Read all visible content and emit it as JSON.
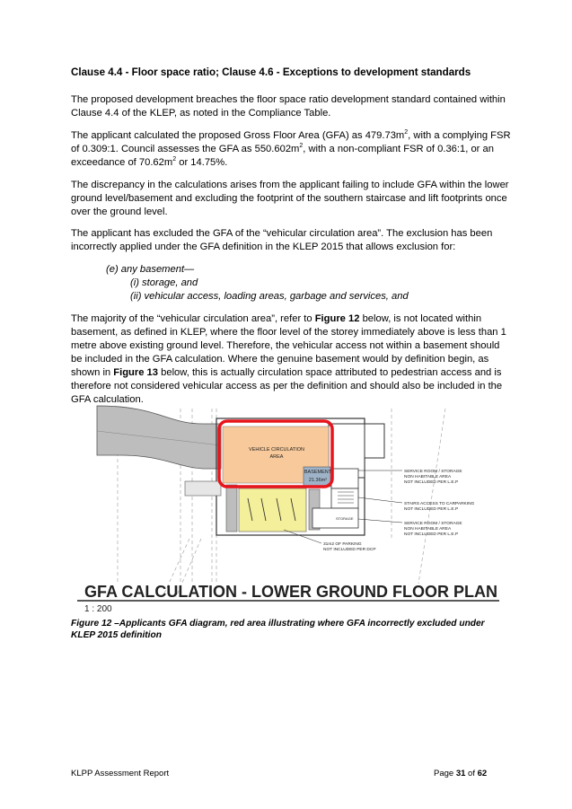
{
  "heading": "Clause 4.4 - Floor space ratio; Clause 4.6 - Exceptions to development standards",
  "p1": "The proposed development breaches the floor space ratio development standard contained within Clause 4.4 of the KLEP, as noted in the Compliance Table.",
  "p2": {
    "a": "The applicant calculated the proposed Gross Floor Area (GFA) as 479.73m",
    "b": ", with a complying FSR of 0.309:1. Council assesses the GFA as 550.602m",
    "c": ", with a non-compliant FSR of 0.36:1, or an exceedance of 70.62m",
    "d": " or 14.75%.",
    "sup": "2"
  },
  "p3": "The discrepancy in the calculations arises from the applicant failing to include GFA within the lower ground level/basement and excluding the footprint of the southern staircase and lift footprints once over the ground level.",
  "p4": "The applicant has excluded the GFA of the “vehicular circulation area”. The exclusion has been incorrectly applied under the GFA definition in the KLEP 2015 that allows exclusion for:",
  "list": {
    "e": "(e)  any basement—",
    "i": "(i)  storage, and",
    "ii": "(ii)  vehicular access, loading areas, garbage and services, and"
  },
  "p5": {
    "a": "The majority of the “vehicular circulation area”, refer to ",
    "fig12": "Figure 12",
    "b": " below, is not located within basement, as defined in KLEP, where the floor level of the storey immediately above is less than 1 metre above existing ground level. Therefore, the vehicular access not within a basement should be included in the GFA calculation. Where the genuine basement would by definition begin, as shown in ",
    "fig13": "Figure 13",
    "c": " below, this is actually circulation space attributed to pedestrian access and is therefore not considered vehicular access as per the definition and should also be included in the GFA calculation."
  },
  "figure": {
    "title": "GFA CALCULATION - LOWER GROUND FLOOR PLAN",
    "scale": "1 : 200",
    "vca_line1": "VEHICLE CIRCULATION",
    "vca_line2": "AREA",
    "basement_line1": "BASEMENT",
    "basement_line2": "21.36m²",
    "storage": "STORAGE",
    "note1_l1": "SERVICE ROOM / STORAGE",
    "note1_l2": "NON HABITABLE AREA",
    "note1_l3": "NOT INCLUDED PER L.E.P",
    "note2_l1": "STAIRS ACCESS TO CARPARKING",
    "note2_l2": "NOT INCLUDED PER L.E.P",
    "note3_l1": "SERVICE ROOM / STORAGE",
    "note3_l2": "NON HABITABLE AREA",
    "note3_l3": "NOT INCLUDED PER L.E.P",
    "note4_l1": "31m2 OF PARKING",
    "note4_l2": "NOT INCLUDED PER DCP",
    "colors": {
      "vehicle_area": "#f8c99a",
      "highlight": "#e8141b",
      "parking": "#f4ef9a",
      "grey": "#bdbdbd",
      "blue_grey": "#9fb3c8"
    }
  },
  "caption": "Figure 12 –Applicants GFA diagram, red area illustrating where GFA incorrectly excluded under KLEP 2015 definition",
  "footer": {
    "left": "KLPP Assessment Report",
    "page_prefix": "Page ",
    "page_num": "31",
    "page_of": " of ",
    "page_total": "62"
  }
}
